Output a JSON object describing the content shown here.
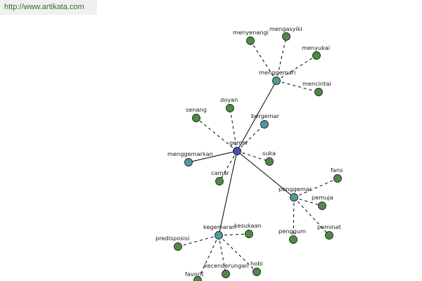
{
  "watermark": "http://www.artikata.com",
  "colors": {
    "root": "#4a4fa8",
    "hub": "#4f9a9a",
    "leaf": "#4f8a45"
  },
  "nodes": [
    {
      "id": "gemar",
      "label": "gemar",
      "kind": "root"
    },
    {
      "id": "menggemari",
      "label": "menggemari",
      "kind": "hub"
    },
    {
      "id": "penggemar",
      "label": "penggemar",
      "kind": "hub"
    },
    {
      "id": "kegemaran",
      "label": "kegemaran",
      "kind": "hub"
    },
    {
      "id": "bergemar",
      "label": "bergemar",
      "kind": "hub"
    },
    {
      "id": "menggemarkan",
      "label": "menggemarkan",
      "kind": "hub"
    },
    {
      "id": "menyenangi",
      "label": "menyenangi",
      "kind": "leaf"
    },
    {
      "id": "mengasyiki",
      "label": "mengasyiki",
      "kind": "leaf"
    },
    {
      "id": "menyukai",
      "label": "menyukai",
      "kind": "leaf"
    },
    {
      "id": "mencintai",
      "label": "mencintai",
      "kind": "leaf"
    },
    {
      "id": "doyan",
      "label": "doyan",
      "kind": "leaf"
    },
    {
      "id": "senang",
      "label": "senang",
      "kind": "leaf"
    },
    {
      "id": "suka",
      "label": "suka",
      "kind": "leaf"
    },
    {
      "id": "camar",
      "label": "camar",
      "kind": "leaf"
    },
    {
      "id": "fans",
      "label": "fans",
      "kind": "leaf"
    },
    {
      "id": "pemuja",
      "label": "pemuja",
      "kind": "leaf"
    },
    {
      "id": "peminat",
      "label": "peminat",
      "kind": "leaf"
    },
    {
      "id": "penggum",
      "label": "penggum",
      "kind": "leaf"
    },
    {
      "id": "predisposisi",
      "label": "predisposisi",
      "kind": "leaf"
    },
    {
      "id": "kesukaan",
      "label": "kesukaan",
      "kind": "leaf"
    },
    {
      "id": "hobi",
      "label": "hobi",
      "kind": "leaf"
    },
    {
      "id": "kecenderungan",
      "label": "kecenderungan",
      "kind": "leaf"
    },
    {
      "id": "favorit",
      "label": "favorit",
      "kind": "leaf"
    }
  ],
  "edges": [
    {
      "from": "gemar",
      "to": "menggemari",
      "style": "solid"
    },
    {
      "from": "gemar",
      "to": "penggemar",
      "style": "solid"
    },
    {
      "from": "gemar",
      "to": "kegemaran",
      "style": "solid"
    },
    {
      "from": "gemar",
      "to": "menggemarkan",
      "style": "solid"
    },
    {
      "from": "gemar",
      "to": "bergemar",
      "style": "dashed"
    },
    {
      "from": "gemar",
      "to": "doyan",
      "style": "dashed"
    },
    {
      "from": "gemar",
      "to": "senang",
      "style": "dashed"
    },
    {
      "from": "gemar",
      "to": "suka",
      "style": "dashed"
    },
    {
      "from": "gemar",
      "to": "camar",
      "style": "dashed"
    },
    {
      "from": "menggemari",
      "to": "menyenangi",
      "style": "dashed"
    },
    {
      "from": "menggemari",
      "to": "mengasyiki",
      "style": "dashed"
    },
    {
      "from": "menggemari",
      "to": "menyukai",
      "style": "dashed"
    },
    {
      "from": "menggemari",
      "to": "mencintai",
      "style": "dashed"
    },
    {
      "from": "penggemar",
      "to": "fans",
      "style": "dashed"
    },
    {
      "from": "penggemar",
      "to": "pemuja",
      "style": "dashed"
    },
    {
      "from": "penggemar",
      "to": "peminat",
      "style": "dashed"
    },
    {
      "from": "penggemar",
      "to": "penggum",
      "style": "dashed"
    },
    {
      "from": "kegemaran",
      "to": "predisposisi",
      "style": "dashed"
    },
    {
      "from": "kegemaran",
      "to": "kesukaan",
      "style": "dashed"
    },
    {
      "from": "kegemaran",
      "to": "hobi",
      "style": "dashed"
    },
    {
      "from": "kegemaran",
      "to": "kecenderungan",
      "style": "dashed"
    },
    {
      "from": "kegemaran",
      "to": "favorit",
      "style": "dashed"
    }
  ]
}
